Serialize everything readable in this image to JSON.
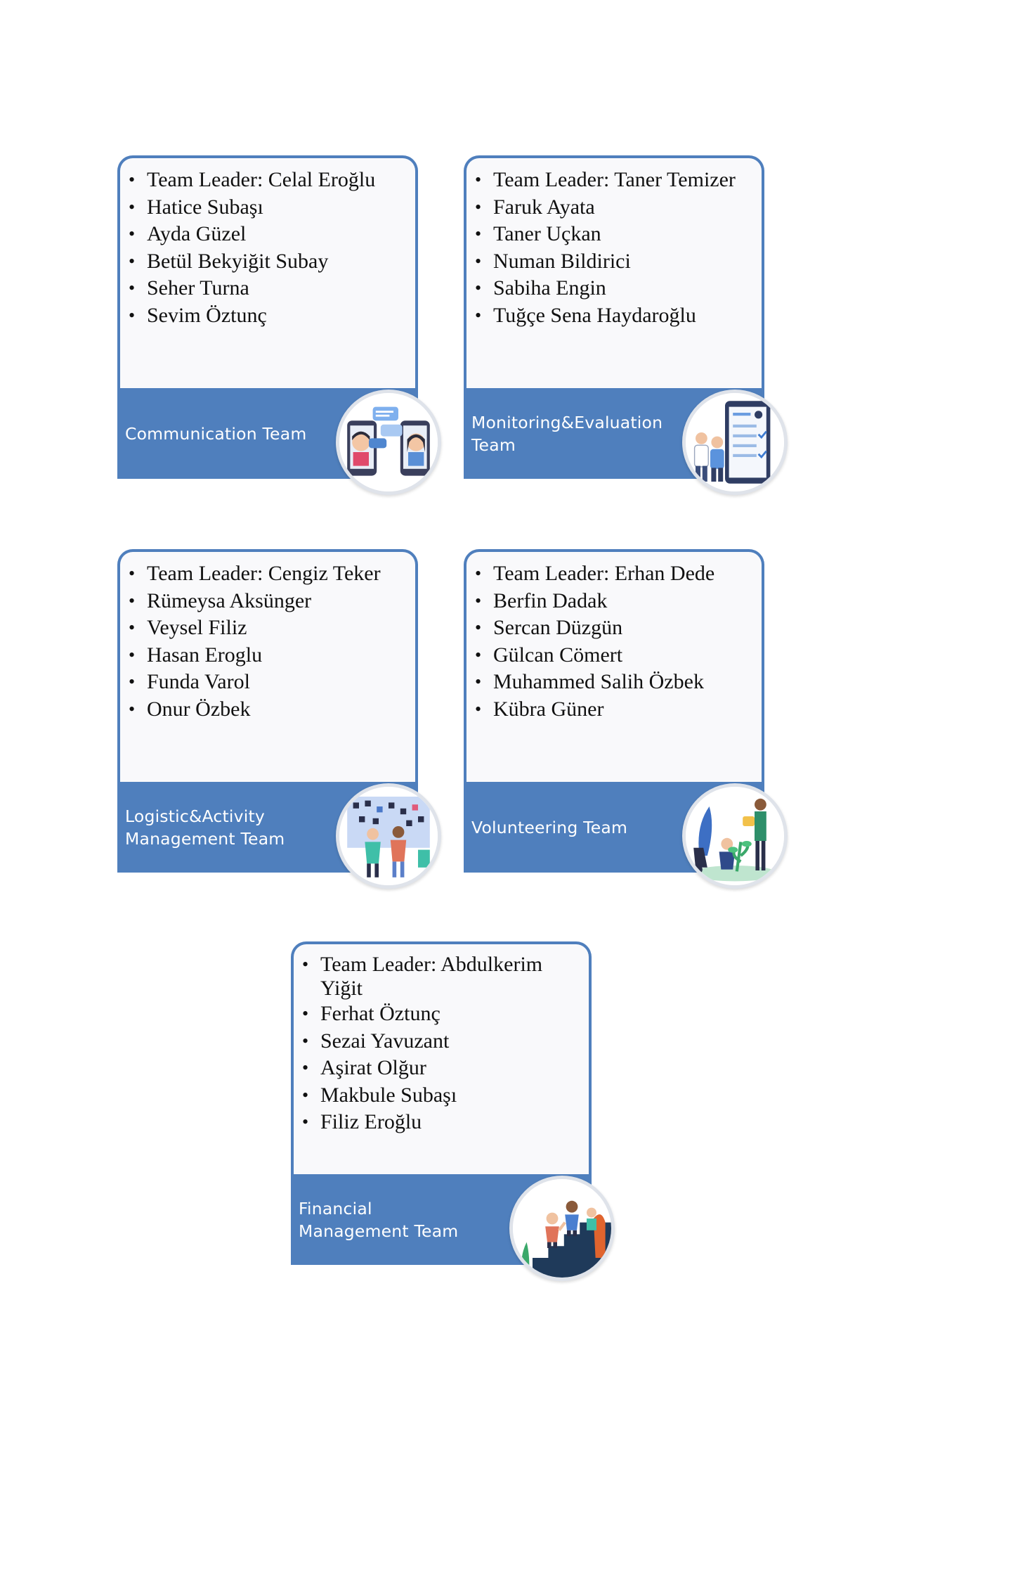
{
  "teams": [
    {
      "label": "Communication Team",
      "icon": "chat-phones-illustration-icon",
      "members": [
        "Team Leader: Celal Eroğlu",
        "Hatice Subaşı",
        "Ayda Güzel",
        "Betül Bekyiğit  Subay",
        "Seher Turna",
        "Sevim Öztunç"
      ]
    },
    {
      "label": "Monitoring&Evaluation Team",
      "icon": "checklist-doctors-illustration-icon",
      "members": [
        "Team Leader: Taner Temizer",
        "Faruk Ayata",
        "Taner Uçkan",
        "Numan Bildirici",
        "Sabiha Engin",
        "Tuğçe Sena Haydaroğlu"
      ]
    },
    {
      "label": "Logistic&Activity Management  Team",
      "icon": "planning-board-illustration-icon",
      "members": [
        "Team Leader: Cengiz Teker",
        "Rümeysa Aksünger",
        "Veysel Filiz",
        "Hasan Eroglu",
        "Funda Varol",
        "Onur Özbek"
      ]
    },
    {
      "label": "Volunteering Team",
      "icon": "gardening-volunteers-illustration-icon",
      "members": [
        "Team Leader: Erhan Dede",
        "Berfin Dadak",
        "Sercan Düzgün",
        "Gülcan Cömert",
        "Muhammed Salih Özbek",
        "Kübra Güner"
      ]
    },
    {
      "label": "Financial Management Team",
      "icon": "climbing-steps-illustration-icon",
      "members": [
        "Team Leader: Abdulkerim Yiğit",
        "Ferhat Öztunç",
        "Sezai Yavuzant",
        "Aşirat Olğur",
        "Makbule Subaşı",
        "Filiz Eroğlu"
      ]
    }
  ]
}
